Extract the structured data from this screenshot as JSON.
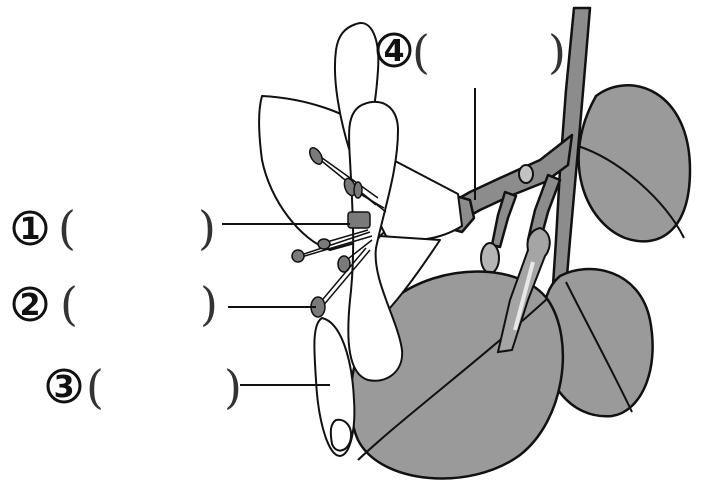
{
  "labels": [
    {
      "number": "1",
      "open": "(",
      "close": ")"
    },
    {
      "number": "2",
      "open": "(",
      "close": ")"
    },
    {
      "number": "3",
      "open": "(",
      "close": ")"
    },
    {
      "number": "4",
      "open": "(",
      "close": ")"
    }
  ],
  "colors": {
    "leaf": "#9a9a9a",
    "stem": "#8c8c8c",
    "petal": "#ffffff",
    "line": "#111111"
  }
}
